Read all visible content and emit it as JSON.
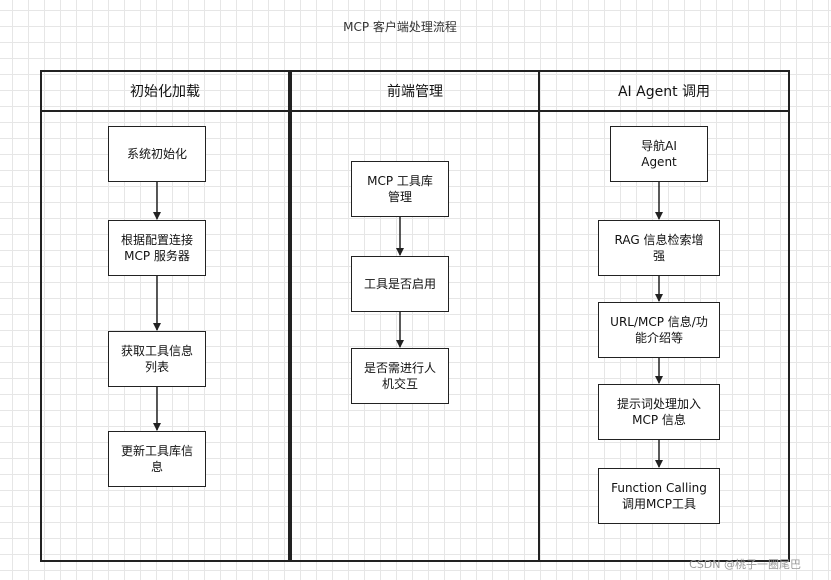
{
  "title": "MCP 客户端处理流程",
  "lanes": [
    {
      "header": "初始化加载",
      "steps": [
        "系统初始化",
        "根据配置连接MCP 服务器",
        "获取工具信息列表",
        "更新工具库信息"
      ]
    },
    {
      "header": "前端管理",
      "steps": [
        "MCP 工具库管理",
        "工具是否启用",
        "是否需进行人机交互"
      ]
    },
    {
      "header": "AI Agent 调用",
      "steps": [
        "导航AI Agent",
        "RAG 信息检索增强",
        "URL/MCP 信息/功能介绍等",
        "提示词处理加入MCP 信息",
        "Function Calling 调用MCP工具"
      ]
    }
  ],
  "watermark": "CSDN @桃子一圈尾巴"
}
